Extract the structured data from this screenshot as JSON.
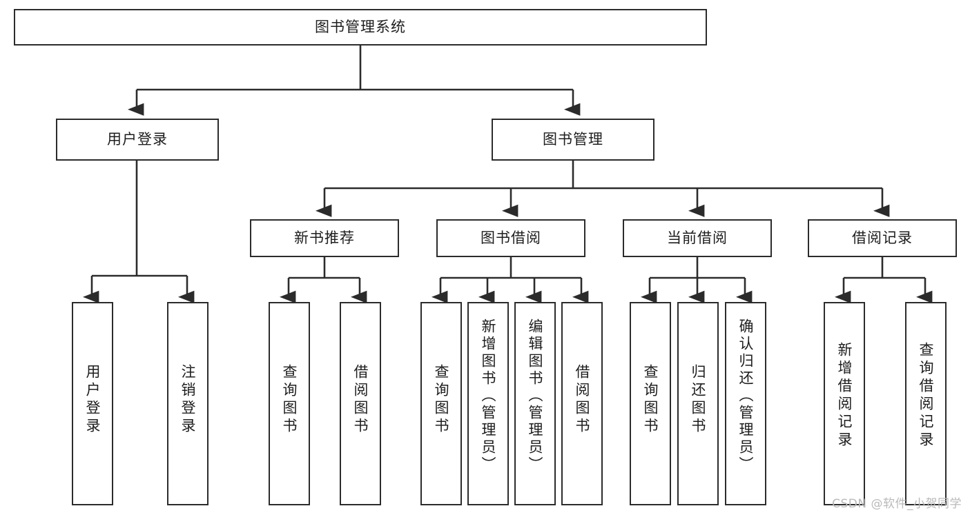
{
  "diagram": {
    "title": "图书管理系统",
    "type": "tree-hierarchy",
    "root": {
      "label": "图书管理系统"
    },
    "level2": [
      {
        "label": "用户登录"
      },
      {
        "label": "图书管理"
      }
    ],
    "level3": [
      {
        "label": "新书推荐"
      },
      {
        "label": "图书借阅"
      },
      {
        "label": "当前借阅"
      },
      {
        "label": "借阅记录"
      }
    ],
    "leaves": {
      "user_login": [
        {
          "label": "用户登录"
        },
        {
          "label": "注销登录"
        }
      ],
      "new_book_recommend": [
        {
          "label": "查询图书"
        },
        {
          "label": "借阅图书"
        }
      ],
      "book_borrow": [
        {
          "label": "查询图书"
        },
        {
          "label": "新增图书（管理员）"
        },
        {
          "label": "编辑图书（管理员）"
        },
        {
          "label": "借阅图书"
        }
      ],
      "current_borrow": [
        {
          "label": "查询图书"
        },
        {
          "label": "归还图书"
        },
        {
          "label": "确认归还（管理员）"
        }
      ],
      "borrow_record": [
        {
          "label": "新增借阅记录"
        },
        {
          "label": "查询借阅记录"
        }
      ]
    }
  },
  "watermark": {
    "text": "CSDN @软件_小贺同学"
  },
  "colors": {
    "border": "#2b2b2b",
    "background": "#ffffff",
    "text": "#1d1d1d",
    "watermark": "#b9b9b9"
  }
}
